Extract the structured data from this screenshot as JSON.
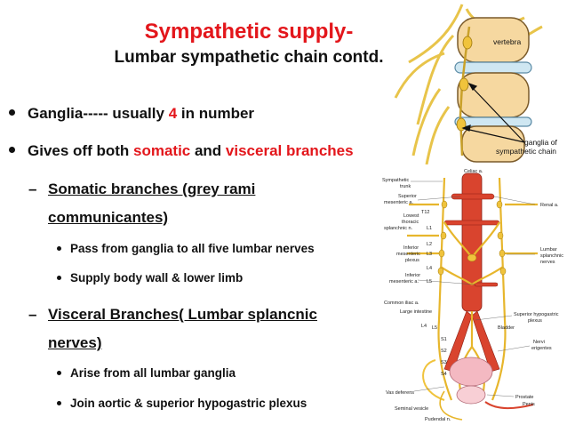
{
  "title": "Sympathetic supply-",
  "subtitle": "Lumbar sympathetic chain contd.",
  "bullets": {
    "b1_text": "Ganglia----- usually ",
    "b1_num": "4",
    "b1_tail": " in number",
    "b2_a": "Gives off both ",
    "b2_somatic": "somatic",
    "b2_and": " and ",
    "b2_visceral": "visceral branches"
  },
  "somatic": {
    "heading_l1": "Somatic branches (grey rami",
    "heading_l2": "communicantes)",
    "items": [
      "Pass from ganglia to all five lumbar nerves",
      "Supply body wall & lower limb"
    ]
  },
  "visceral": {
    "heading_l1": "Visceral Branches( Lumbar splancnic",
    "heading_l2": "nerves)",
    "items": [
      "Arise from all lumbar ganglia",
      "Join aortic & superior hypogastric plexus"
    ]
  },
  "figure_top": {
    "vertebra_label": "vertebra",
    "ganglia_label_1": "ganglia of",
    "ganglia_label_2": "sympathetic chain"
  },
  "figure_bottom": {
    "labels": {
      "celiac": "Celiac a.",
      "symp_trunk_1": "Sympathetic",
      "symp_trunk_2": "trunk",
      "sup_mes_1": "Superior",
      "sup_mes_2": "mesenteric a.",
      "lowest_1": "Lowest",
      "lowest_2": "thoracic",
      "lowest_3": "splanchnic n.",
      "t12": "T12",
      "l1": "L1",
      "l2": "L2",
      "l3": "L3",
      "l4": "L4",
      "l5": "L5",
      "inf_mes_plexus_1": "Inferior",
      "inf_mes_plexus_2": "mesenteric",
      "inf_mes_plexus_3": "plexus",
      "inf_mes_a_1": "Inferior",
      "inf_mes_a_2": "mesenteric a.",
      "renal": "Renal a.",
      "lumbar_splanchnic_1": "Lumbar",
      "lumbar_splanchnic_2": "splanchnic",
      "lumbar_splanchnic_3": "nerves",
      "common_iliac": "Common iliac a.",
      "large_intestine": "Large intestine",
      "l4b": "L4",
      "l5b": "L5",
      "s1": "S1",
      "s2": "S2",
      "s3": "S3",
      "s4": "S4",
      "sup_hypo_1": "Superior hypogastric",
      "sup_hypo_2": "plexus",
      "bladder": "Bladder",
      "nervi_1": "Nervi",
      "nervi_2": "erigentes",
      "vas": "Vas deferens",
      "seminal": "Seminal vesicle",
      "pudendal": "Pudendal n.",
      "prostate": "Prostate",
      "penis": "Penis"
    }
  }
}
